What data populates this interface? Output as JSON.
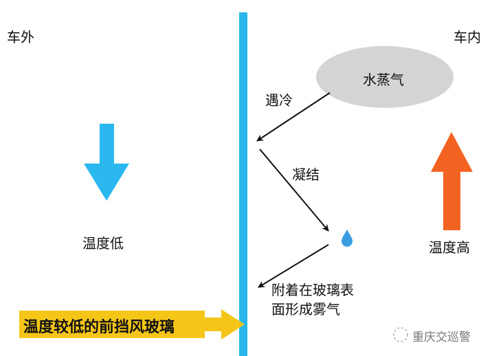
{
  "labels": {
    "outside": "车外",
    "inside": "车内",
    "low_temp": "温度低",
    "high_temp": "温度高",
    "vapor": "水蒸气",
    "meet_cold": "遇冷",
    "condense": "凝结",
    "fog_line1": "附着在玻璃表",
    "fog_line2": "面形成雾气",
    "windshield": "温度较低的前挡风玻璃",
    "watermark": "重庆交巡警"
  },
  "colors": {
    "glass": "#29b6ea",
    "cold": "#2ab8ef",
    "hot": "#f26322",
    "highlight": "#f5c518",
    "vapor": "#d4d4d4"
  }
}
